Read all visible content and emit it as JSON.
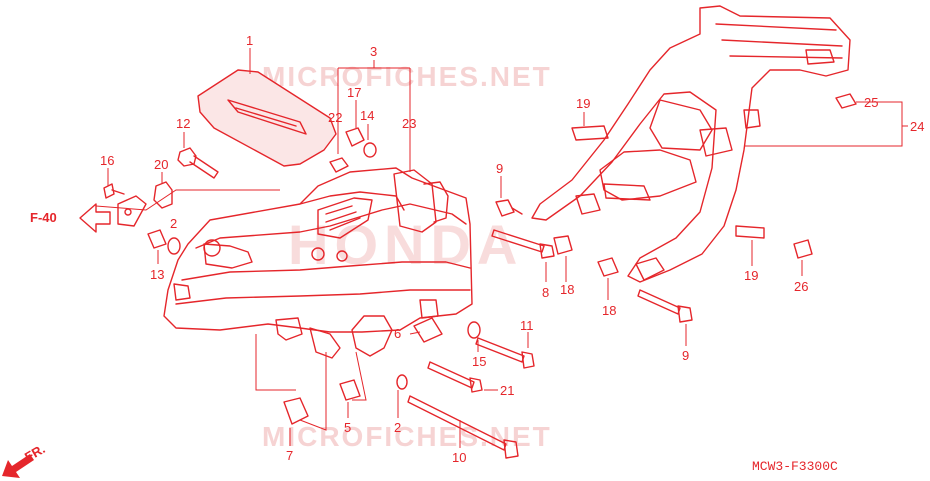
{
  "watermarks": {
    "top": "MICROFICHES.NET",
    "bottom": "MICROFICHES.NET",
    "brand": "HONDA"
  },
  "reference_label": "F-40",
  "direction_label": "FR.",
  "drawing_code": "MCW3-F3300C",
  "callouts": {
    "c1": "1",
    "c2a": "2",
    "c2b": "2",
    "c3": "3",
    "c5": "5",
    "c6": "6",
    "c7": "7",
    "c8": "8",
    "c9a": "9",
    "c9b": "9",
    "c10": "10",
    "c11": "11",
    "c12": "12",
    "c13": "13",
    "c14": "14",
    "c15": "15",
    "c16": "16",
    "c17": "17",
    "c18a": "18",
    "c18b": "18",
    "c19a": "19",
    "c19b": "19",
    "c20": "20",
    "c21": "21",
    "c22": "22",
    "c23": "23",
    "c24": "24",
    "c25": "25",
    "c26": "26"
  },
  "colors": {
    "ink": "#e5262b",
    "watermark": "#f6d3d3"
  }
}
